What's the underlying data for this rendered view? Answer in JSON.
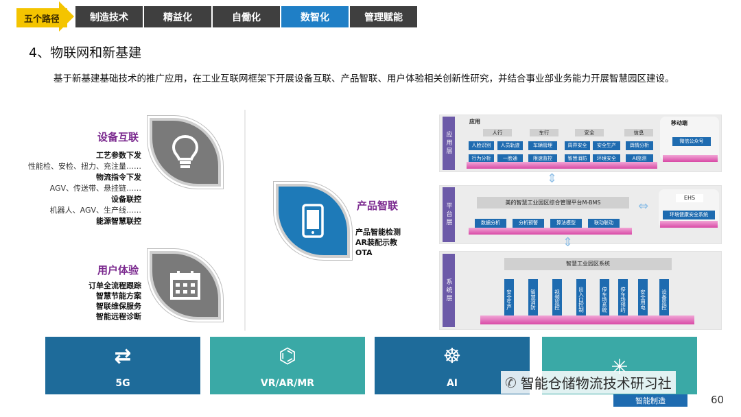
{
  "nav": {
    "start": "五个路径",
    "tabs": [
      "制造技术",
      "精益化",
      "自働化",
      "数智化",
      "管理赋能"
    ],
    "active_index": 3
  },
  "title": "4、物联网和新基建",
  "intro": "基于新基建基础技术的推广应用，在工业互联网框架下开展设备互联、产品智联、用户体验相关创新性研究，并结合事业部业务能力开展智慧园区建设。",
  "device": {
    "title": "设备互联",
    "items": [
      {
        "text": "工艺参数下发",
        "bold": true
      },
      {
        "text": "性能检、安检、扭力、充注量……",
        "bold": false
      },
      {
        "text": "物流指令下发",
        "bold": true
      },
      {
        "text": "AGV、传送带、悬挂链……",
        "bold": false
      },
      {
        "text": "设备联控",
        "bold": true
      },
      {
        "text": "机器人、AGV、生产线……",
        "bold": false
      },
      {
        "text": "能源智慧联控",
        "bold": true
      }
    ]
  },
  "user": {
    "title": "用户体验",
    "items": [
      "订单全流程跟踪",
      "智慧节能方案",
      "智联维保服务",
      "智能远程诊断"
    ]
  },
  "product": {
    "title": "产品智联",
    "items": [
      "产品智能检测",
      "AR装配示教",
      "OTA"
    ]
  },
  "diagram": {
    "layer1": {
      "side": "应用层",
      "label": "应用",
      "cats": [
        "人行",
        "车行",
        "安全",
        "信息"
      ],
      "cells_row1": [
        "人脸识别",
        "人员轨迹",
        "车辆管理",
        "周界安全",
        "安全生产",
        "舆情分析"
      ],
      "cells_row2": [
        "行为分析",
        "一脸通",
        "限速监控",
        "智慧消防",
        "环境安全",
        "AI监测"
      ],
      "mobile_label": "移动端",
      "mobile_item": "微信公众号"
    },
    "layer2": {
      "side": "平台层",
      "bar": "美的智慧工业园区综合管理平台M-BMS",
      "cells": [
        "数据分析",
        "分析预警",
        "算法模型",
        "联动联动"
      ],
      "ehs_label": "EHS",
      "ehs_item": "环境健康安全系统"
    },
    "layer3": {
      "side": "系统层",
      "bar": "智慧工业园区系统",
      "cells": [
        "安全生产",
        "智慧消防",
        "视频监控",
        "出入口控制",
        "停车场系统",
        "停车场预约",
        "安全用电",
        "设备监控"
      ]
    }
  },
  "band": [
    {
      "label": "5G",
      "color": "#1e6b9a",
      "icon": "arrows-icon"
    },
    {
      "label": "VR/AR/MR",
      "color": "#3aa9a6",
      "icon": "vr-headset-icon"
    },
    {
      "label": "AI",
      "color": "#1e6b9a",
      "icon": "ai-brain-icon"
    },
    {
      "label": "",
      "color": "#3aa9a6",
      "icon": "network-icon"
    }
  ],
  "watermark": "智能仓储物流技术研习社",
  "badge": "智能制造",
  "page_number": "60"
}
